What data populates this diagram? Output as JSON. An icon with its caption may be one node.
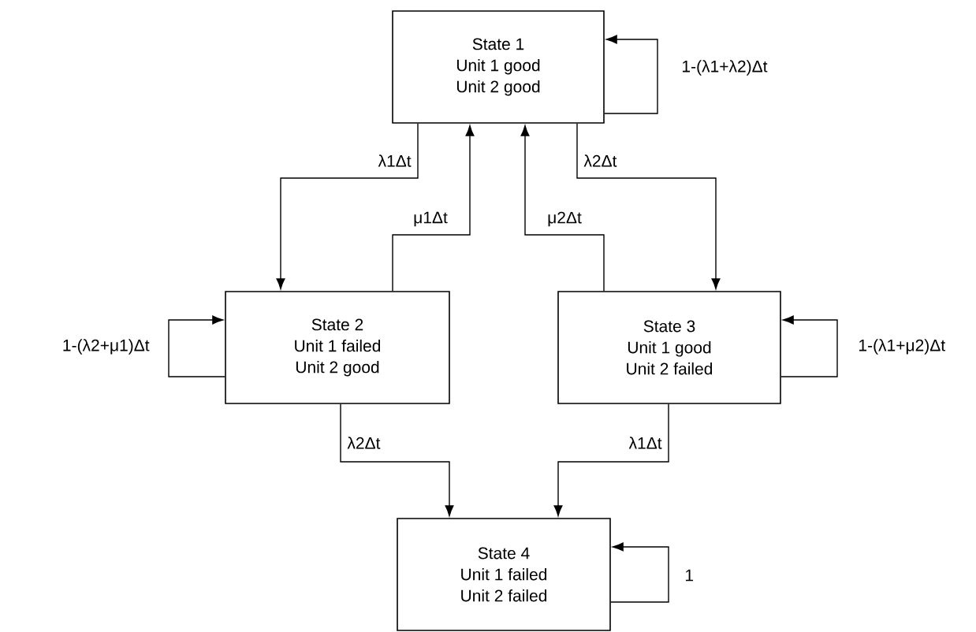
{
  "diagram": {
    "nodes": [
      {
        "text": [
          "State 1",
          "Unit 1 good",
          "Unit 2 good"
        ]
      },
      {
        "text": [
          "State 2",
          "Unit 1 failed",
          "Unit 2 good"
        ]
      },
      {
        "text": [
          "State 3",
          "Unit 1 good",
          "Unit 2 failed"
        ]
      },
      {
        "text": [
          "State 4",
          "Unit 1 failed",
          "Unit 2 failed"
        ]
      }
    ],
    "edges": [
      {
        "from": 0,
        "to": 1,
        "arrow": "to",
        "label": "λ1Δt"
      },
      {
        "from": 1,
        "to": 0,
        "arrow": "to",
        "label": "μ1Δt"
      },
      {
        "from": 2,
        "to": 0,
        "arrow": "to",
        "label": "μ2Δt"
      },
      {
        "from": 0,
        "to": 2,
        "arrow": "to",
        "label": "λ2Δt"
      },
      {
        "from": 1,
        "to": 3,
        "arrow": "to",
        "label": "λ2Δt"
      },
      {
        "from": 2,
        "to": 3,
        "arrow": "to",
        "label": "λ1Δt"
      },
      {
        "from": 0,
        "to": 0,
        "arrow": "to",
        "label": "1-(λ1+λ2)Δt"
      },
      {
        "from": 1,
        "to": 1,
        "arrow": "to",
        "label": "1-(λ2+μ1)Δt"
      },
      {
        "from": 2,
        "to": 2,
        "arrow": "to",
        "label": "1-(λ1+μ2)Δt"
      },
      {
        "from": 3,
        "to": 3,
        "arrow": "to",
        "label": "1"
      }
    ]
  }
}
